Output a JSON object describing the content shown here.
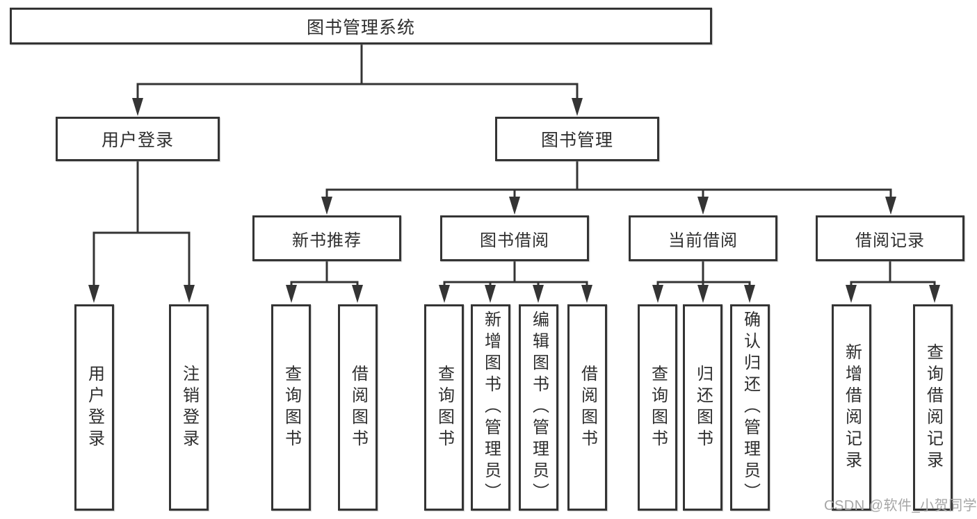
{
  "diagram": {
    "type": "hierarchy-flowchart",
    "root": {
      "label": "图书管理系统"
    },
    "level2": [
      {
        "label": "用户登录"
      },
      {
        "label": "图书管理"
      }
    ],
    "level3": [
      {
        "label": "新书推荐",
        "parent": "图书管理"
      },
      {
        "label": "图书借阅",
        "parent": "图书管理"
      },
      {
        "label": "当前借阅",
        "parent": "图书管理"
      },
      {
        "label": "借阅记录",
        "parent": "图书管理"
      }
    ],
    "leaves": [
      {
        "label": "用户登录",
        "parent": "用户登录"
      },
      {
        "label": "注销登录",
        "parent": "用户登录"
      },
      {
        "label": "查询图书",
        "parent": "新书推荐"
      },
      {
        "label": "借阅图书",
        "parent": "新书推荐"
      },
      {
        "label": "查询图书",
        "parent": "图书借阅"
      },
      {
        "label": "新增图书（管理员）",
        "parent": "图书借阅"
      },
      {
        "label": "编辑图书（管理员）",
        "parent": "图书借阅"
      },
      {
        "label": "借阅图书",
        "parent": "图书借阅"
      },
      {
        "label": "查询图书",
        "parent": "当前借阅"
      },
      {
        "label": "归还图书",
        "parent": "当前借阅"
      },
      {
        "label": "确认归还（管理员）",
        "parent": "当前借阅"
      },
      {
        "label": "新增借阅记录",
        "parent": "借阅记录"
      },
      {
        "label": "查询借阅记录",
        "parent": "借阅记录"
      }
    ]
  },
  "watermark": {
    "text": "CSDN @软件_小贺同学"
  },
  "colors": {
    "background": "#ffffff",
    "line": "#343434",
    "box_fill": "#ffffff",
    "text": "#2e2e2e",
    "watermark": "#a6a6a6"
  }
}
